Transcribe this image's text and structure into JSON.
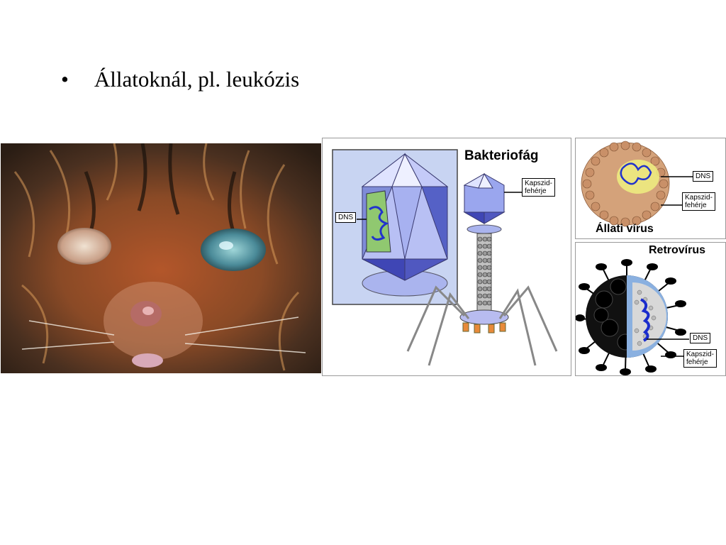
{
  "slide": {
    "bullet_symbol": "•",
    "bullet_text": "Állatoknál, pl. leukózis"
  },
  "phage": {
    "title": "Bakteriofág",
    "dna_label": "DNS",
    "capsid_label_1": "Kapszid-",
    "capsid_label_2": "fehérje"
  },
  "animal_virus": {
    "title": "Állati vírus",
    "dna_label": "DNS",
    "capsid_label_1": "Kapszid-",
    "capsid_label_2": "fehérje"
  },
  "retrovirus": {
    "title": "Retrovírus",
    "dna_label": "DNS",
    "capsid_label_1": "Kapszid-",
    "capsid_label_2": "fehérje"
  }
}
